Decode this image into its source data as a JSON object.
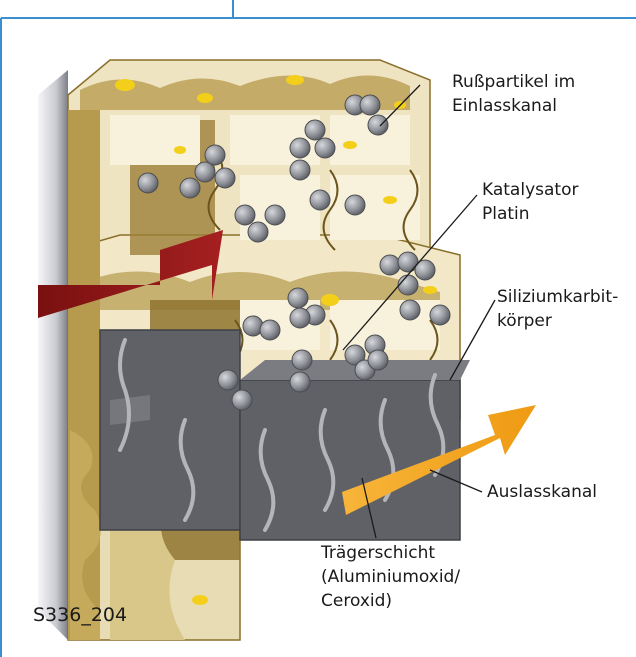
{
  "labels": {
    "soot": [
      "Rußpartikel im",
      "Einlasskanal"
    ],
    "catalyst": [
      "Katalysator",
      "Platin"
    ],
    "sic": [
      "Siliziumkarbit-",
      "körper"
    ],
    "outlet": [
      "Auslasskanal"
    ],
    "carrier": [
      "Trägerschicht",
      "(Aluminiumoxid/",
      "Ceroxid)"
    ]
  },
  "figure_code": "S336_204",
  "colors": {
    "frame_blue": "#3b8fd1",
    "inlet_arrow": "#8a1515",
    "outlet_arrow": "#f2a21e",
    "ceramic_cream": "#f4ecd2",
    "ceramic_tan": "#a88a3a",
    "sic_grey": "#5f6166",
    "soot_grey": "#8d9096",
    "platinum_yellow": "#f3cf1a"
  }
}
